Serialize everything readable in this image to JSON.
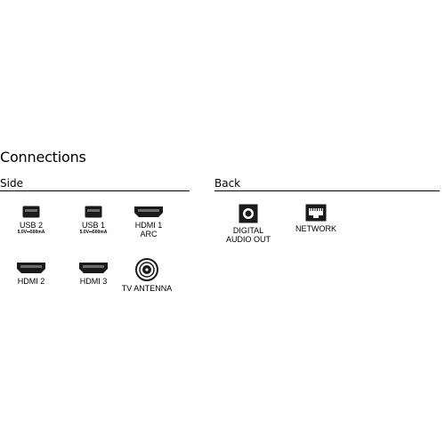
{
  "title": "Connections",
  "sections": {
    "side": {
      "heading": "Side",
      "ports": {
        "usb2": {
          "label": "USB 2",
          "sublabel": "5.0V⎓500mA",
          "icon": "usb-port-icon"
        },
        "usb1": {
          "label": "USB 1",
          "sublabel": "5.0V⎓500mA",
          "icon": "usb-port-icon"
        },
        "hdmi1": {
          "label": "HDMI 1",
          "label2": "ARC",
          "icon": "hdmi-port-icon"
        },
        "hdmi2": {
          "label": "HDMI 2",
          "icon": "hdmi-port-icon"
        },
        "hdmi3": {
          "label": "HDMI 3",
          "icon": "hdmi-port-icon"
        },
        "antenna": {
          "label": "TV ANTENNA",
          "icon": "coaxial-antenna-icon"
        }
      }
    },
    "back": {
      "heading": "Back",
      "ports": {
        "digital_audio": {
          "label": "DIGITAL",
          "label2": "AUDIO OUT",
          "icon": "optical-audio-port-icon"
        },
        "network": {
          "label": "NETWORK",
          "icon": "ethernet-port-icon"
        }
      }
    }
  },
  "colors": {
    "text": "#000000",
    "background": "#ffffff",
    "port_fill": "#1a1a1a"
  }
}
